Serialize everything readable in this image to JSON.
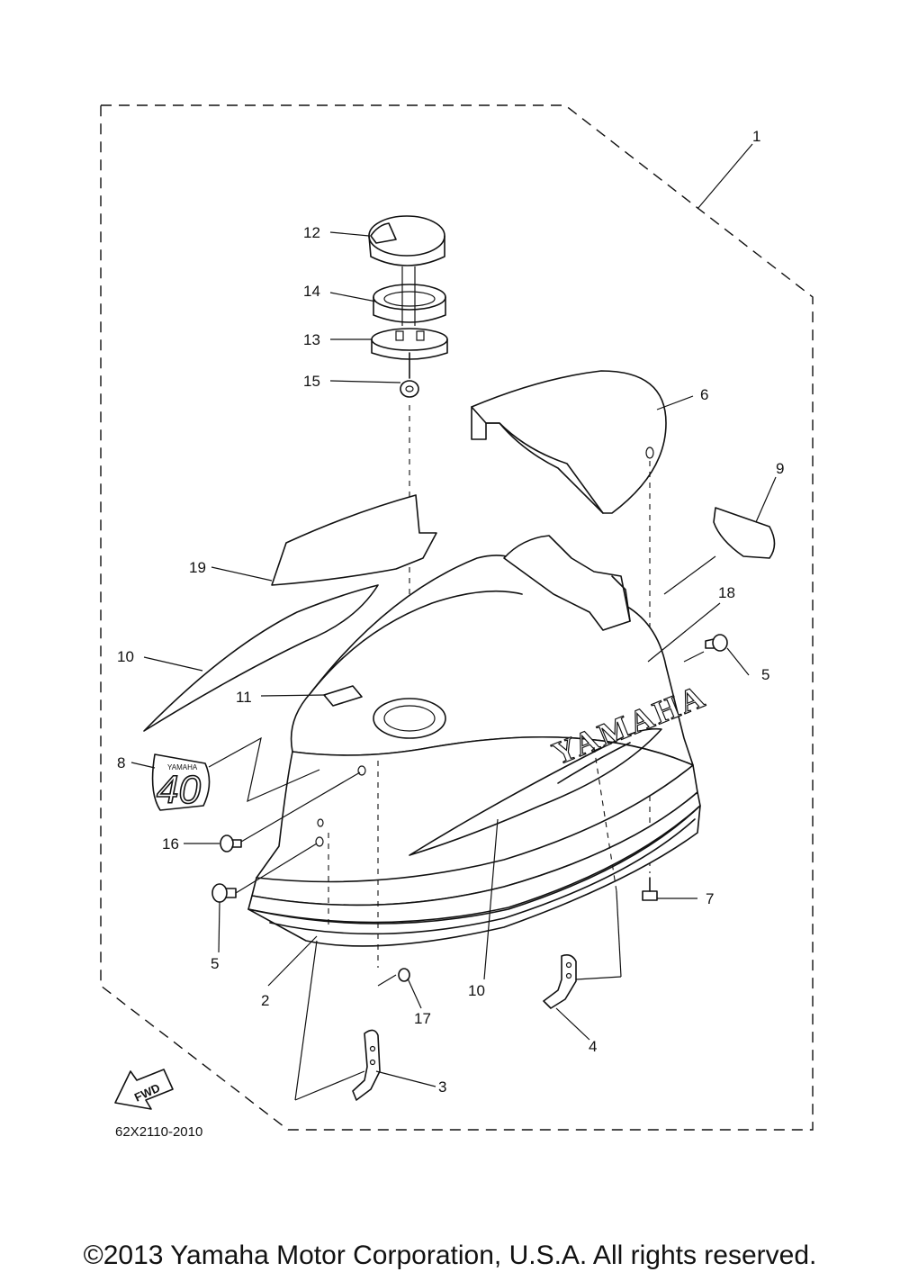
{
  "labels": {
    "p1": "1",
    "p2": "2",
    "p3": "3",
    "p4": "4",
    "p5a": "5",
    "p5b": "5",
    "p6": "6",
    "p7": "7",
    "p8": "8",
    "p9": "9",
    "p10a": "10",
    "p10b": "10",
    "p11": "11",
    "p12": "12",
    "p13": "13",
    "p14": "14",
    "p15": "15",
    "p16": "16",
    "p17": "17",
    "p18": "18",
    "p19": "19"
  },
  "brand_text": "YAMAHA",
  "model_decal_text": "40",
  "decal_brand_text": "YAMAHA",
  "forward_arrow_text": "FWD",
  "drawing_code": "62X2110-2010",
  "copyright": "©2013 Yamaha Motor Corporation, U.S.A. All rights reserved."
}
